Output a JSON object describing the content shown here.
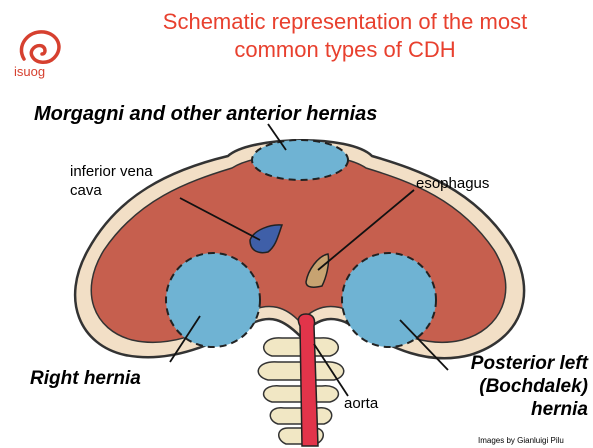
{
  "logo": {
    "text": "isuog",
    "icon": "isuog-logo-icon",
    "color": "#d6402f"
  },
  "title": {
    "line1": "Schematic representation of the most",
    "line2": "common types of CDH",
    "color": "#e8402e"
  },
  "heading": "Morgagni and other anterior hernias",
  "labels": {
    "ivc_line1": "inferior vena",
    "ivc_line2": "cava",
    "esophagus": "esophagus",
    "right_hernia": "Right hernia",
    "posterior_line1": "Posterior left",
    "posterior_line2": "(Bochdalek)",
    "posterior_line3": "hernia",
    "aorta": "aorta"
  },
  "credit": "Images by Gianluigi Pilu",
  "colors": {
    "diaphragm": "#c65f4e",
    "rim": "#f2dfc6",
    "hernia": "#6fb3d3",
    "ivc": "#3f5fa8",
    "aorta": "#e2344a",
    "spine": "#f1e7c4"
  }
}
